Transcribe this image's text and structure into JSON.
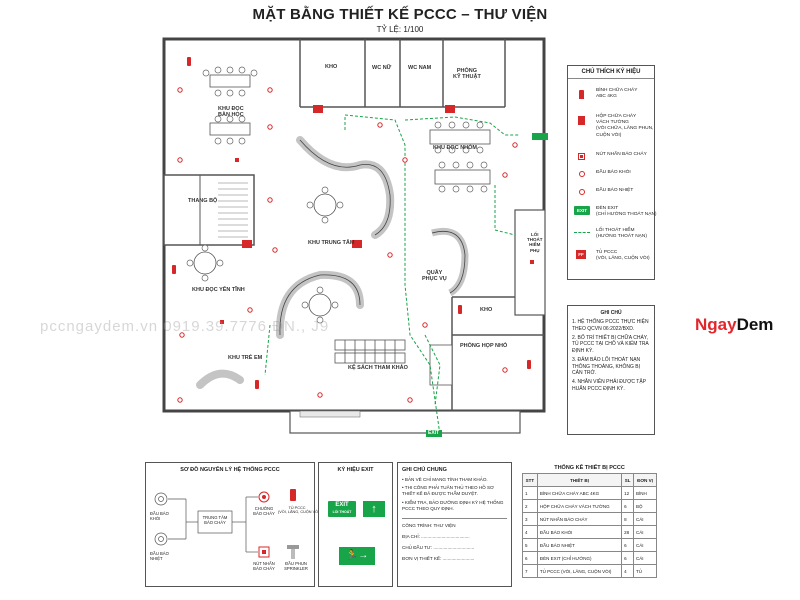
{
  "title": "MẶT BẰNG THIẾT KẾ PCCC – THƯ VIỆN",
  "scale": "TỶ LỆ: 1/100",
  "rooms": {
    "kho_top": "KHO",
    "wc_nu": "WC NỮ",
    "wc_nam": "WC NAM",
    "phong_ky_thuat": "PHÒNG\nKỸ THUẬT",
    "khu_doc_ban_hoc": "KHU ĐỌC\nBÀN HỌC",
    "khu_doc_nhom": "KHU ĐỌC NHÓM",
    "thang_bo": "THANG BỘ",
    "khu_trung_tam": "KHU TRUNG TÂM",
    "khu_doc_yen_tinh": "KHU ĐỌC YÊN TĨNH",
    "quay_phuc_vu": "QUẦY\nPHỤC VỤ",
    "loi_thoat_hiem_phu": "LỐI\nTHOÁT\nHIỂM\nPHỤ",
    "kho_right": "KHO",
    "phong_hop": "PHÒNG HỌP NHỎ",
    "khu_tre_em": "KHU TRẺ EM",
    "ke_sach": "KỆ SÁCH THAM KHẢO"
  },
  "exit_labels": {
    "exit_right": "EXIT",
    "exit_bottom": "EXIT",
    "ff": "FF"
  },
  "legend": {
    "title": "CHÚ THÍCH KÝ HIỆU",
    "items": [
      {
        "icon": "fire-extinguisher-icon",
        "text": "BÌNH CHỮA CHÁY\nABC 4KG"
      },
      {
        "icon": "hose-cabinet-icon",
        "text": "HỘP CHỮA CHÁY\nVÁCH TƯỜNG\n(VÒI CHỮA, LĂNG PHUN,\nCUỘN VÒI)"
      },
      {
        "icon": "fire-alarm-button-icon",
        "text": "NÚT NHẤN BÁO CHÁY"
      },
      {
        "icon": "smoke-detector-icon",
        "text": "ĐẦU BÁO KHÓI"
      },
      {
        "icon": "heat-detector-icon",
        "text": "ĐẦU BÁO NHIỆT"
      },
      {
        "icon": "exit-sign-icon",
        "text": "ĐÈN EXIT\n(CHỈ HƯỚNG THOÁT NẠN)",
        "sign": "EXIT"
      },
      {
        "icon": "escape-route-icon",
        "text": "LỐI THOÁT HIỂM\n(HƯỚNG THOÁT NẠN)"
      },
      {
        "icon": "ff-cabinet-icon",
        "text": "TỦ PCCC\n(VÒI, LĂNG, CUỘN VÒI)",
        "sign": "FF"
      }
    ]
  },
  "notes_box": {
    "title": "GHI CHÚ",
    "lines": [
      "1. HỆ THỐNG PCCC THỰC HIỆN THEO QCVN 06:2022/BXD.",
      "2. BỐ TRÍ THIẾT BỊ CHỮA CHÁY, TỦ PCCC TẠI CHỖ VÀ KIỂM TRA ĐỊNH KỲ.",
      "3. ĐẢM BẢO LỐI THOÁT NẠN THÔNG THOÁNG, KHÔNG BỊ CẢN TRỞ.",
      "4. NHÂN VIÊN PHẢI ĐƯỢC TẬP HUẤN PCCC ĐỊNH KỲ."
    ]
  },
  "brand": {
    "ngay": "Ngay",
    "dem": "Dem",
    "accent": "#e3262c"
  },
  "watermark": "pccngaydem.vn   0919.39.7776   ĐN., J9",
  "schematic": {
    "title": "SƠ ĐỒ NGUYÊN LÝ HỆ THỐNG PCCC",
    "smoke": "ĐẦU BÁO KHÓI",
    "heat": "ĐẦU BÁO NHIỆT",
    "center": "TRUNG TÂM\nBÁO CHÁY",
    "bell": "CHUÔNG\nBÁO CHÁY",
    "cabinet": "TỦ PCCC\n(VÒI, LĂNG, CUỘN VÒI)",
    "button": "NÚT NHẤN\nBÁO CHÁY",
    "sprinkler": "ĐẦU PHUN\nSPRINKLER"
  },
  "exit_box": {
    "title": "KÝ HIỆU EXIT",
    "sign": "EXIT",
    "sub": "LỐI THOÁT"
  },
  "general_notes": {
    "title": "GHI CHÚ CHUNG",
    "lines": [
      "• BẢN VẼ CHỈ MANG TÍNH THAM KHẢO.",
      "• THI CÔNG PHẢI TUÂN THỦ THEO HỒ SƠ THIẾT KẾ ĐÃ ĐƯỢC THẨM DUYỆT.",
      "• KIỂM TRA, BẢO DƯỠNG ĐỊNH KỲ HỆ THỐNG PCCC THEO QUY ĐỊNH."
    ],
    "fields": [
      {
        "label": "CÔNG TRÌNH:",
        "value": "THƯ VIỆN"
      },
      {
        "label": "ĐỊA CHỈ:",
        "value": ""
      },
      {
        "label": "CHỦ ĐẦU TƯ:",
        "value": ""
      },
      {
        "label": "ĐƠN VỊ THIẾT KẾ:",
        "value": ""
      }
    ]
  },
  "stats": {
    "title": "THỐNG KÊ THIẾT BỊ PCCC",
    "headers": [
      "STT",
      "THIẾT BỊ",
      "SL",
      "ĐƠN VỊ"
    ],
    "rows": [
      [
        "1",
        "BÌNH CHỮA CHÁY ABC 4KG",
        "12",
        "BÌNH"
      ],
      [
        "2",
        "HỘP CHỮA CHÁY VÁCH TƯỜNG",
        "6",
        "BỘ"
      ],
      [
        "3",
        "NÚT NHẤN BÁO CHÁY",
        "8",
        "CÁI"
      ],
      [
        "4",
        "ĐẦU BÁO KHÓI",
        "28",
        "CÁI"
      ],
      [
        "5",
        "ĐẦU BÁO NHIỆT",
        "6",
        "CÁI"
      ],
      [
        "6",
        "ĐÈN EXIT (CHỈ HƯỚNG)",
        "6",
        "CÁI"
      ],
      [
        "7",
        "TỦ PCCC (VÒI, LĂNG, CUỘN VÒI)",
        "4",
        "TỦ"
      ]
    ]
  },
  "colors": {
    "red": "#d62828",
    "green": "#18a449",
    "wall": "#555555"
  }
}
